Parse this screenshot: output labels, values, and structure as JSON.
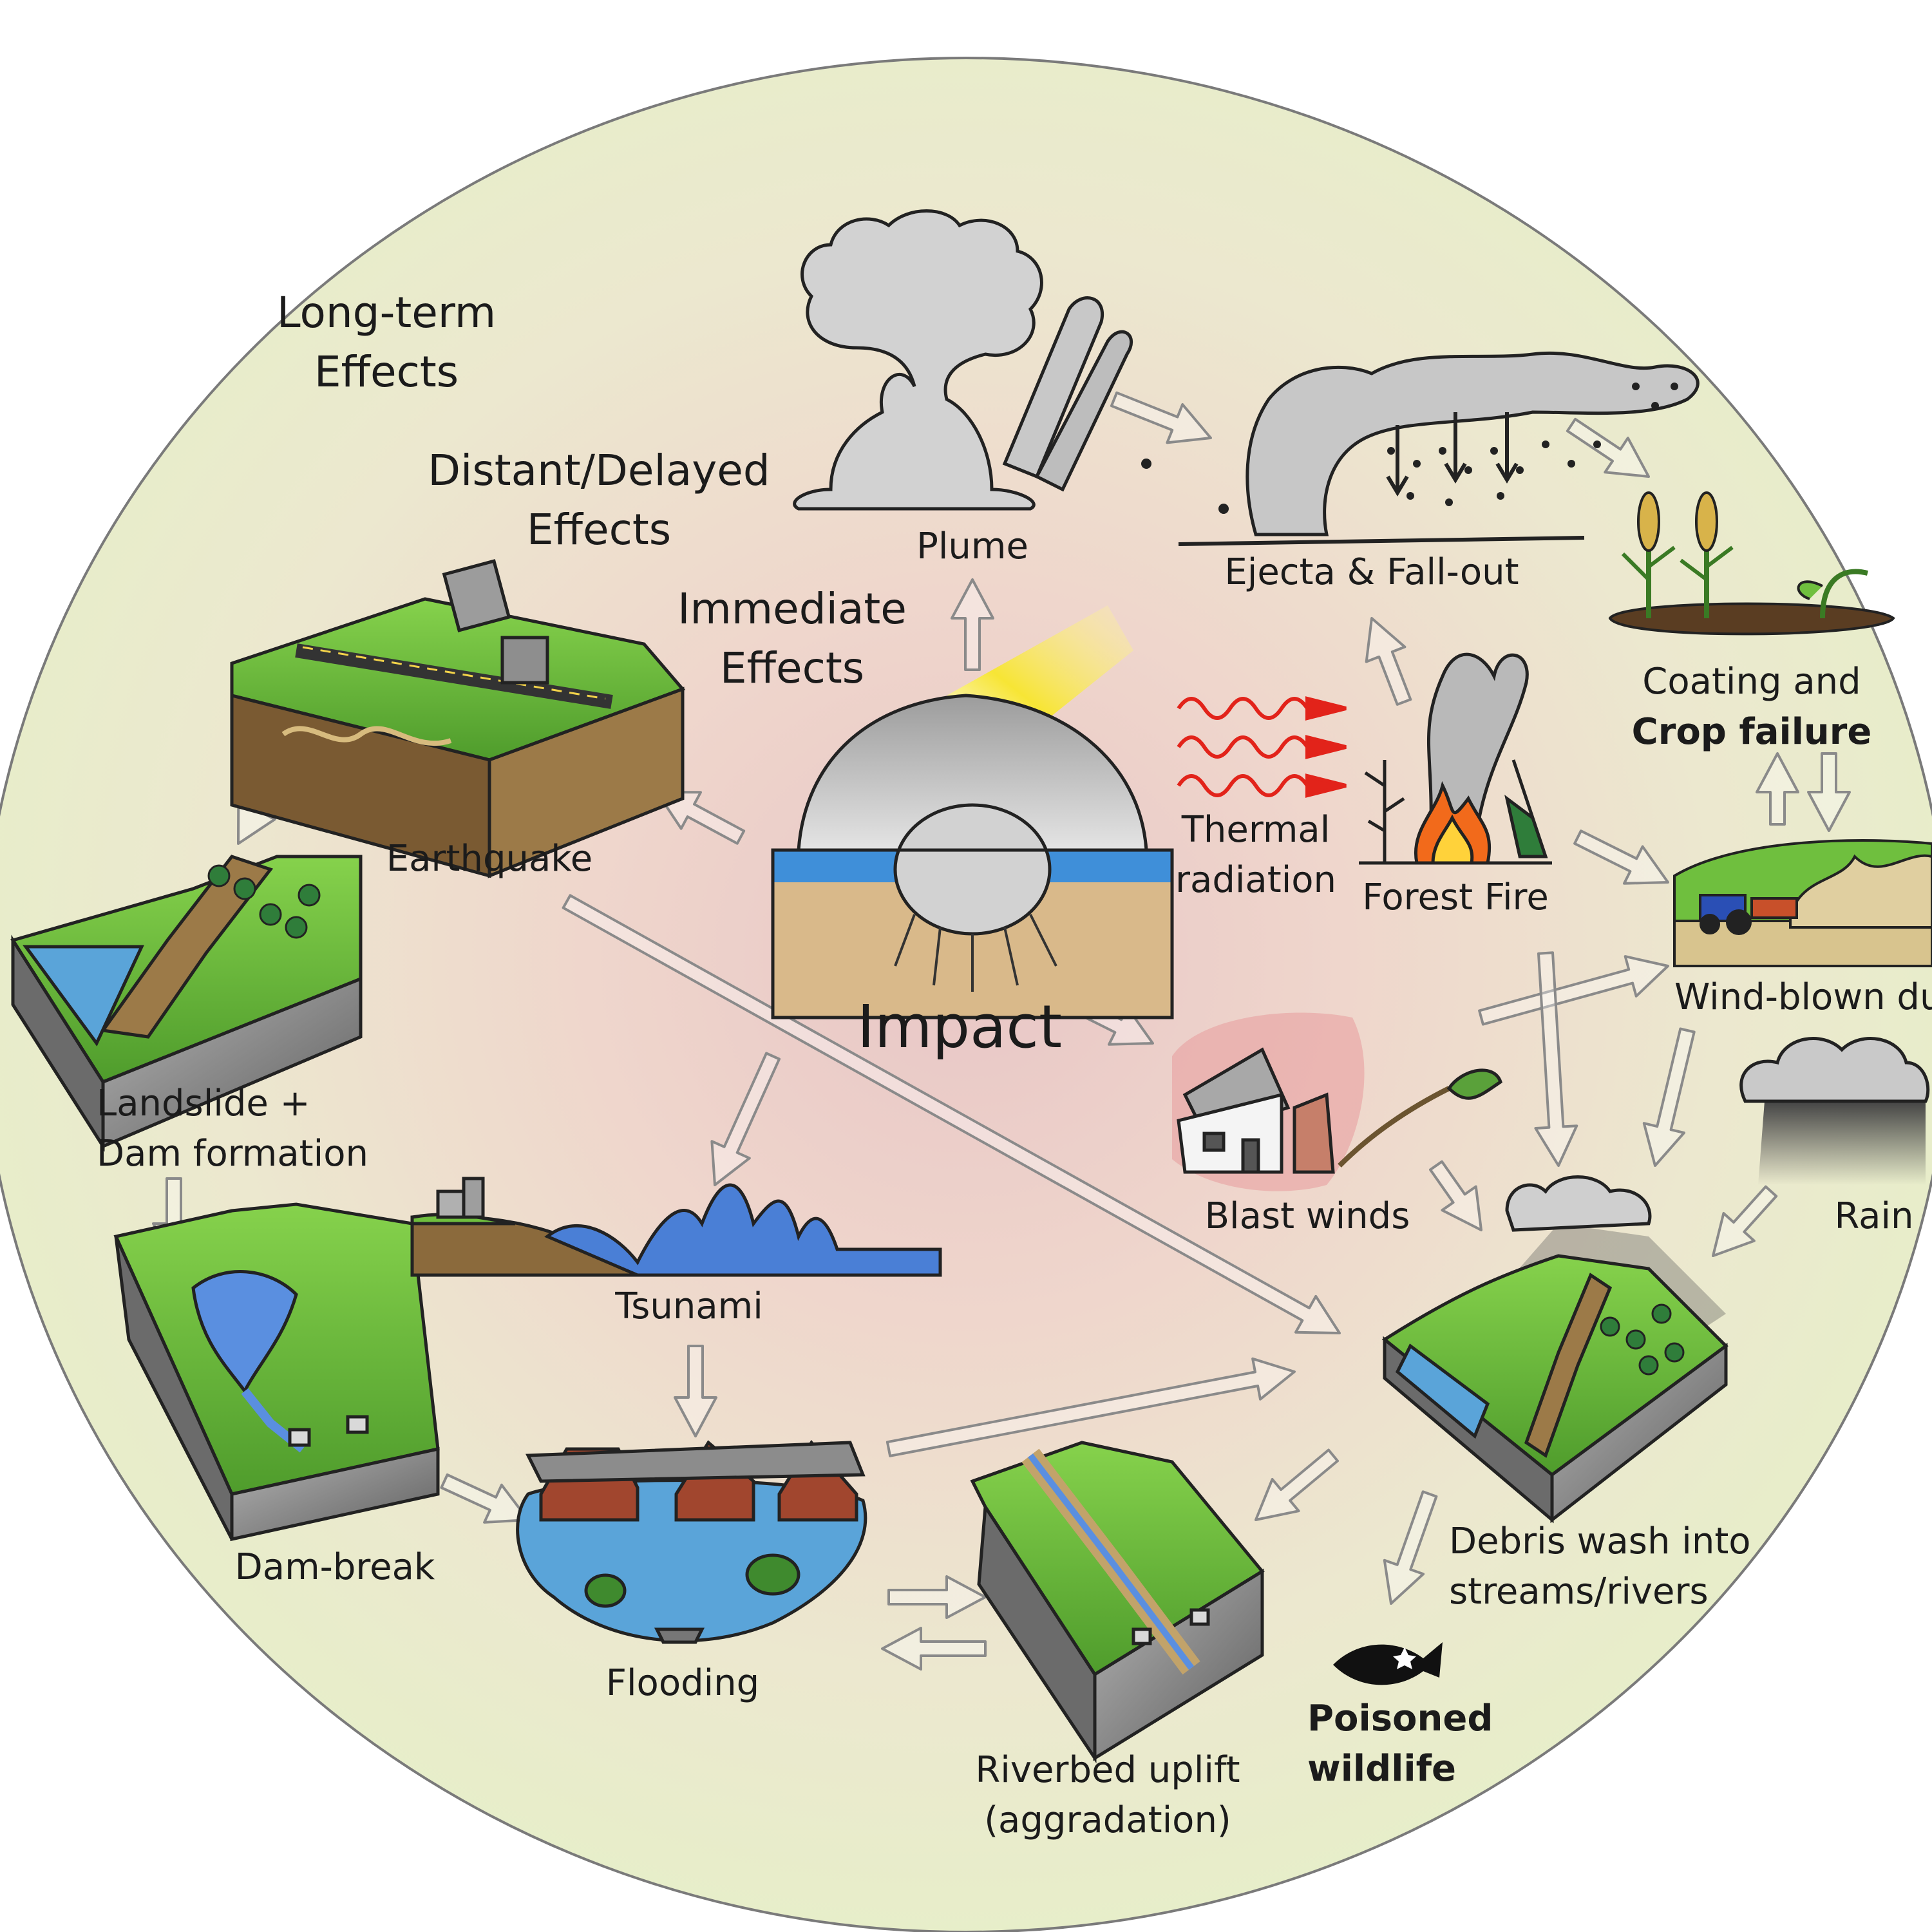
{
  "rings": {
    "outer": "Long-term\nEffects",
    "middle": "Distant/Delayed\nEffects",
    "inner": "Immediate\nEffects"
  },
  "center_label": "Impact",
  "nodes": {
    "plume": "Plume",
    "ejecta": "Ejecta & Fall-out",
    "coating": "Coating and",
    "crop_failure": "Crop failure",
    "thermal": "Thermal\nradiation",
    "forest_fire": "Forest Fire",
    "wind_blown_dust": "Wind-blown dust",
    "earthquake": "Earthquake",
    "landslide": "Landslide +\nDam formation",
    "blast_winds": "Blast winds",
    "rain": "Rain",
    "tsunami": "Tsunami",
    "dam_break": "Dam-break",
    "flooding": "Flooding",
    "riverbed": "Riverbed uplift\n(aggradation)",
    "poisoned_wildlife": "Poisoned\nwildlife",
    "debris_wash": "Debris wash into\nstreams/rivers"
  },
  "colors": {
    "ring_outer": "#e9efcf",
    "ring_center": "#ead2cf",
    "grass": "#6fbf3e",
    "water": "#4a7fd6",
    "soil": "#8b6a3c",
    "rock": "#8e8e8e",
    "fire": "#f26a1b",
    "thermal_wave": "#e2231a"
  }
}
